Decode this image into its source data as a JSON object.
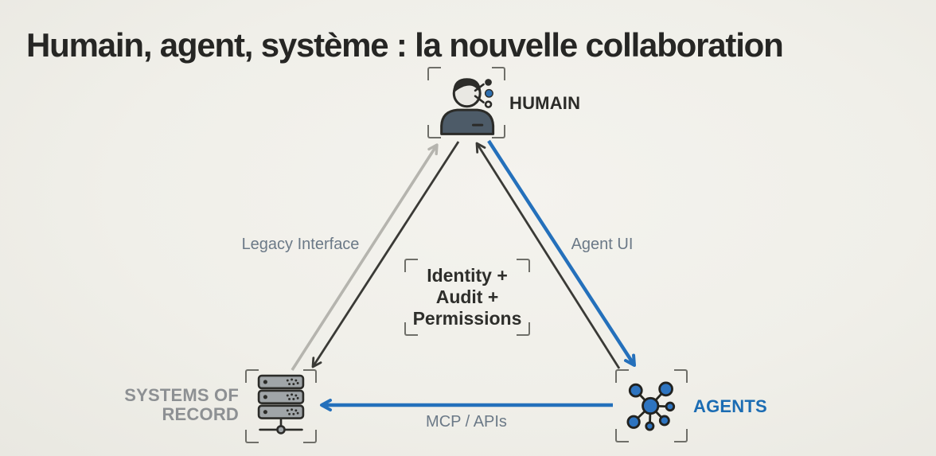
{
  "title": "Humain, agent, système : la nouvelle collaboration",
  "nodes": {
    "human": {
      "label": "HUMAIN",
      "icon": "person-broadcast-icon"
    },
    "agents": {
      "label": "AGENTS",
      "icon": "network-hub-icon"
    },
    "systems_of_record": {
      "label_lines": [
        "SYSTEMS OF",
        "RECORD"
      ],
      "icon": "server-stack-icon"
    }
  },
  "center_box": {
    "lines": [
      "Identity +",
      "Audit +",
      "Permissions"
    ]
  },
  "edges": {
    "legacy_interface": {
      "label": "Legacy Interface",
      "from": "systems_of_record",
      "to": "human",
      "color": "#b5b4ae"
    },
    "human_to_systems": {
      "from": "human",
      "to": "systems_of_record",
      "color": "#3a3a36"
    },
    "agents_to_human": {
      "from": "agents",
      "to": "human",
      "color": "#3a3a36"
    },
    "agent_ui": {
      "label": "Agent UI",
      "from": "human",
      "to": "agents",
      "color": "#2470bb"
    },
    "mcp_apis": {
      "label": "MCP / APIs",
      "from": "agents",
      "to": "systems_of_record",
      "color": "#2470bb"
    }
  },
  "colors": {
    "background": "#f0efe9",
    "accent_blue": "#2470bb",
    "ink": "#2b2b28",
    "gray_arrow": "#b5b4ae",
    "edge_label": "#6b7987",
    "muted_label": "#8d9093"
  }
}
